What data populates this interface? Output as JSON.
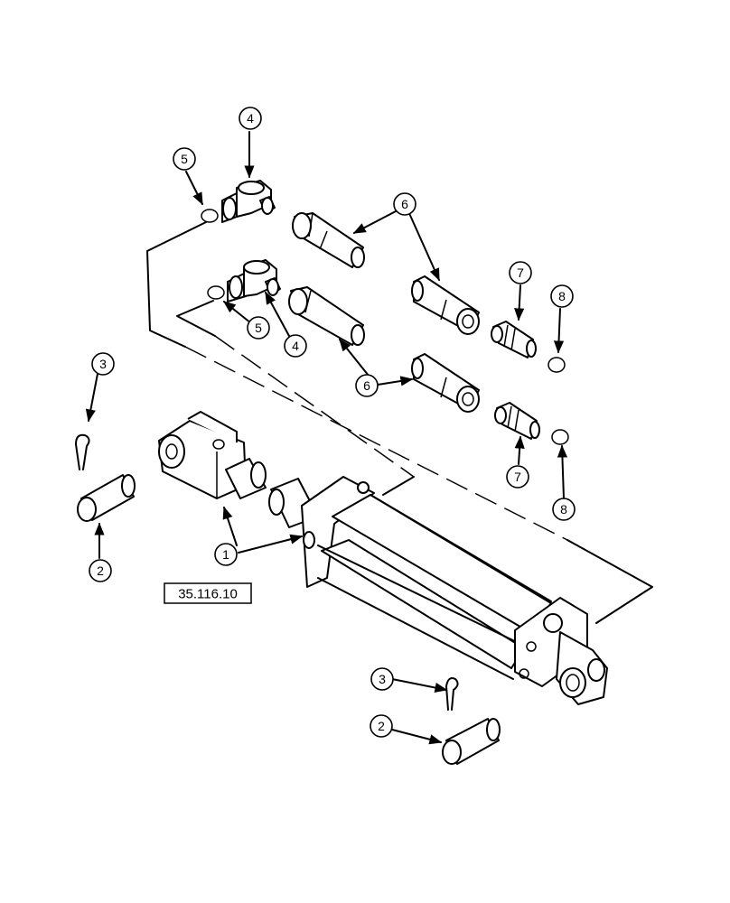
{
  "reference_box": {
    "label": "35.116.10"
  },
  "callouts": [
    {
      "id": "c4-top",
      "label": "4"
    },
    {
      "id": "c5-top",
      "label": "5"
    },
    {
      "id": "c6-top",
      "label": "6"
    },
    {
      "id": "c7-top",
      "label": "7"
    },
    {
      "id": "c8-top",
      "label": "8"
    },
    {
      "id": "c5-mid",
      "label": "5"
    },
    {
      "id": "c4-mid",
      "label": "4"
    },
    {
      "id": "c6-mid",
      "label": "6"
    },
    {
      "id": "c3-left",
      "label": "3"
    },
    {
      "id": "c7-bot",
      "label": "7"
    },
    {
      "id": "c8-bot",
      "label": "8"
    },
    {
      "id": "c1",
      "label": "1"
    },
    {
      "id": "c2-left",
      "label": "2"
    },
    {
      "id": "c3-bot",
      "label": "3"
    },
    {
      "id": "c2-bot",
      "label": "2"
    }
  ]
}
